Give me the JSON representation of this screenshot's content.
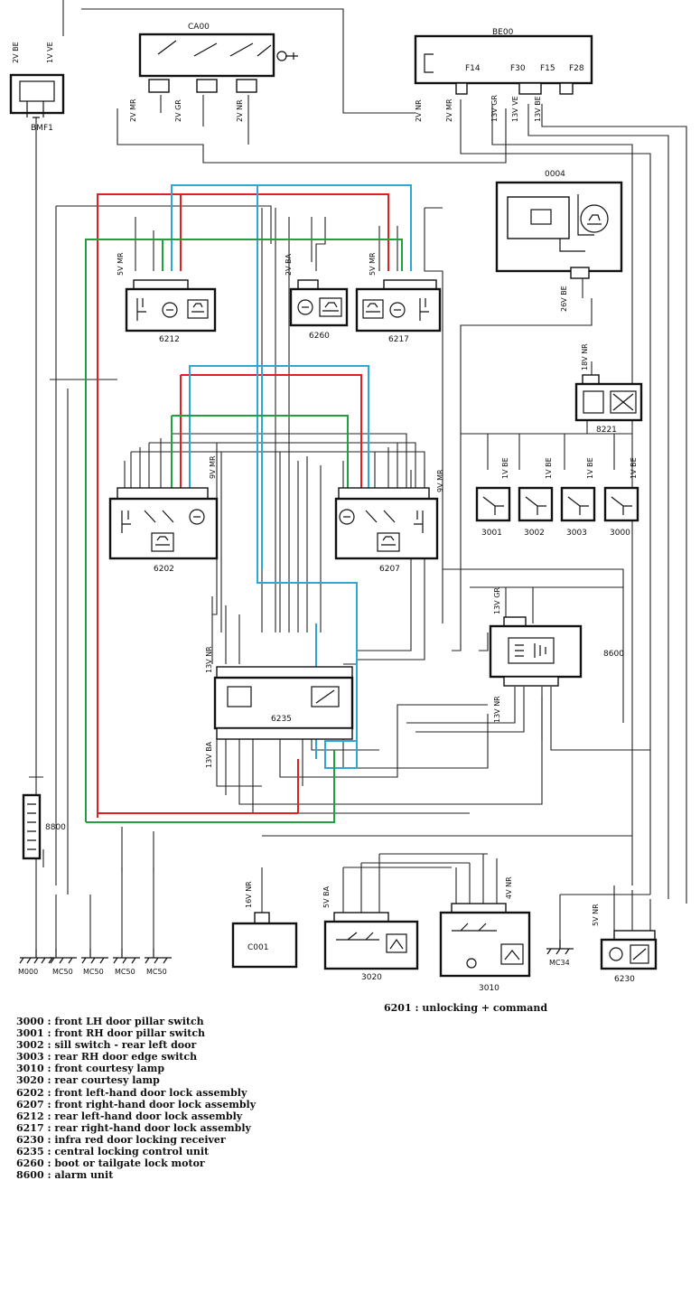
{
  "connectors": {
    "bmf1": "BMF1",
    "ca00": "CA00",
    "be00": "BE00",
    "c0004": "0004",
    "c6212": "6212",
    "c6260": "6260",
    "c6217": "6217",
    "c8221": "8221",
    "c3001": "3001",
    "c3002": "3002",
    "c3003": "3003",
    "c3000": "3000",
    "c6202": "6202",
    "c6207": "6207",
    "c6235": "6235",
    "c8600": "8600",
    "c8800": "8800",
    "c0001": "C001",
    "c3020": "3020",
    "c3010": "3010",
    "c6230": "6230"
  },
  "fuses": {
    "f14": "F14",
    "f30": "F30",
    "f15": "F15",
    "f28": "F28"
  },
  "grounds": {
    "g1": "M000",
    "g2": "MC50",
    "g3": "MC50",
    "g4": "MC50",
    "g5": "MC50",
    "g6": "MC34"
  },
  "wire_labels": {
    "bmf_top": "2V BE",
    "bmf_top2": "1V VE",
    "ca_a": "2V MR",
    "ca_b": "2V GR",
    "ca_c": "2V NR",
    "be_a": "2V NR",
    "be_b": "2V MR",
    "be_c": "13V GR",
    "be_d": "13V VE",
    "be_e": "13V BE",
    "w6212": "5V MR",
    "w6260": "2V BA",
    "w6217": "5V MR",
    "w8221": "18V NR",
    "w0004": "26V BE",
    "w6202": "9V MR",
    "w6207": "9V MR",
    "w6235a": "13V NR",
    "w6235b": "13V BA",
    "w8600a": "13V GR",
    "w8600b": "13V NR",
    "w3000": "1V BE",
    "w3001": "1V BE",
    "w3002": "1V BE",
    "w3003": "1V BE",
    "w0001": "16V NR",
    "w3020": "5V BA",
    "w3010": "4V NR",
    "w6230": "5V NR"
  },
  "note": "6201 :  unlocking + command",
  "legend": [
    "3000 : front LH door pillar switch",
    "3001 : front RH door pillar switch",
    "3002 : sill switch - rear left door",
    "3003 : rear RH door edge switch",
    "3010 : front courtesy lamp",
    "3020 : rear courtesy lamp",
    "6202 : front left-hand door lock assembly",
    "6207 : front right-hand door lock assembly",
    "6212 : rear left-hand door lock assembly",
    "6217 : rear right-hand door lock assembly",
    "6230 : infra red door locking receiver",
    "6235 : central locking control unit",
    "6260 : boot or tailgate lock motor",
    "8600 : alarm unit"
  ],
  "colors": {
    "red": "#e02020",
    "blue": "#2aa8d8",
    "green": "#20a040",
    "ink": "#111111"
  }
}
